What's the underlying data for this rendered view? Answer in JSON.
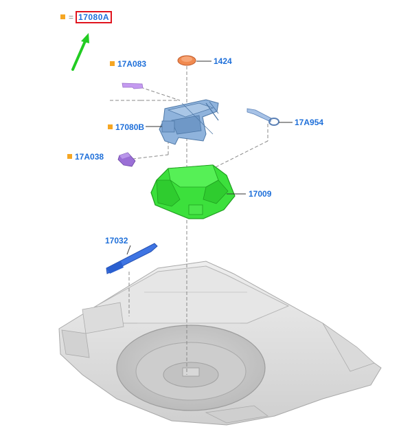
{
  "header": {
    "equals": "=",
    "part_number": "17080A"
  },
  "callouts": {
    "c1424": "1424",
    "c17A083": "17A083",
    "c17080B": "17080B",
    "c17A954": "17A954",
    "c17A038": "17A038",
    "c17009": "17009",
    "c17032": "17032"
  },
  "colors": {
    "label_blue": "#1e6fd9",
    "marker_orange": "#f5a623",
    "highlight_red": "#e0141e",
    "arrow_green": "#22cc22",
    "jack_blue": "#7fa8d6",
    "tray_green": "#33dd33",
    "handle_blue": "#3a6fe0",
    "pin_purple": "#b07be0",
    "cap_red": "#e8703a"
  }
}
